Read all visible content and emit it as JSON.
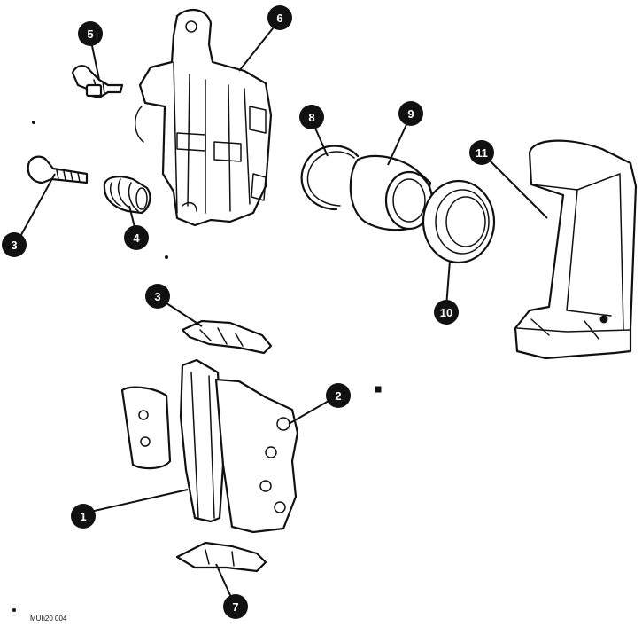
{
  "diagram": {
    "figure_code": "MUh20 004",
    "callouts": [
      {
        "id": "c1",
        "label": "1"
      },
      {
        "id": "c2",
        "label": "2"
      },
      {
        "id": "c3a",
        "label": "3"
      },
      {
        "id": "c3b",
        "label": "3"
      },
      {
        "id": "c4",
        "label": "4"
      },
      {
        "id": "c5",
        "label": "5"
      },
      {
        "id": "c6",
        "label": "6"
      },
      {
        "id": "c7",
        "label": "7"
      },
      {
        "id": "c8",
        "label": "8"
      },
      {
        "id": "c9",
        "label": "9"
      },
      {
        "id": "c10",
        "label": "10"
      },
      {
        "id": "c11",
        "label": "11"
      }
    ],
    "colors": {
      "ink": "#111111",
      "paper": "#ffffff"
    }
  }
}
